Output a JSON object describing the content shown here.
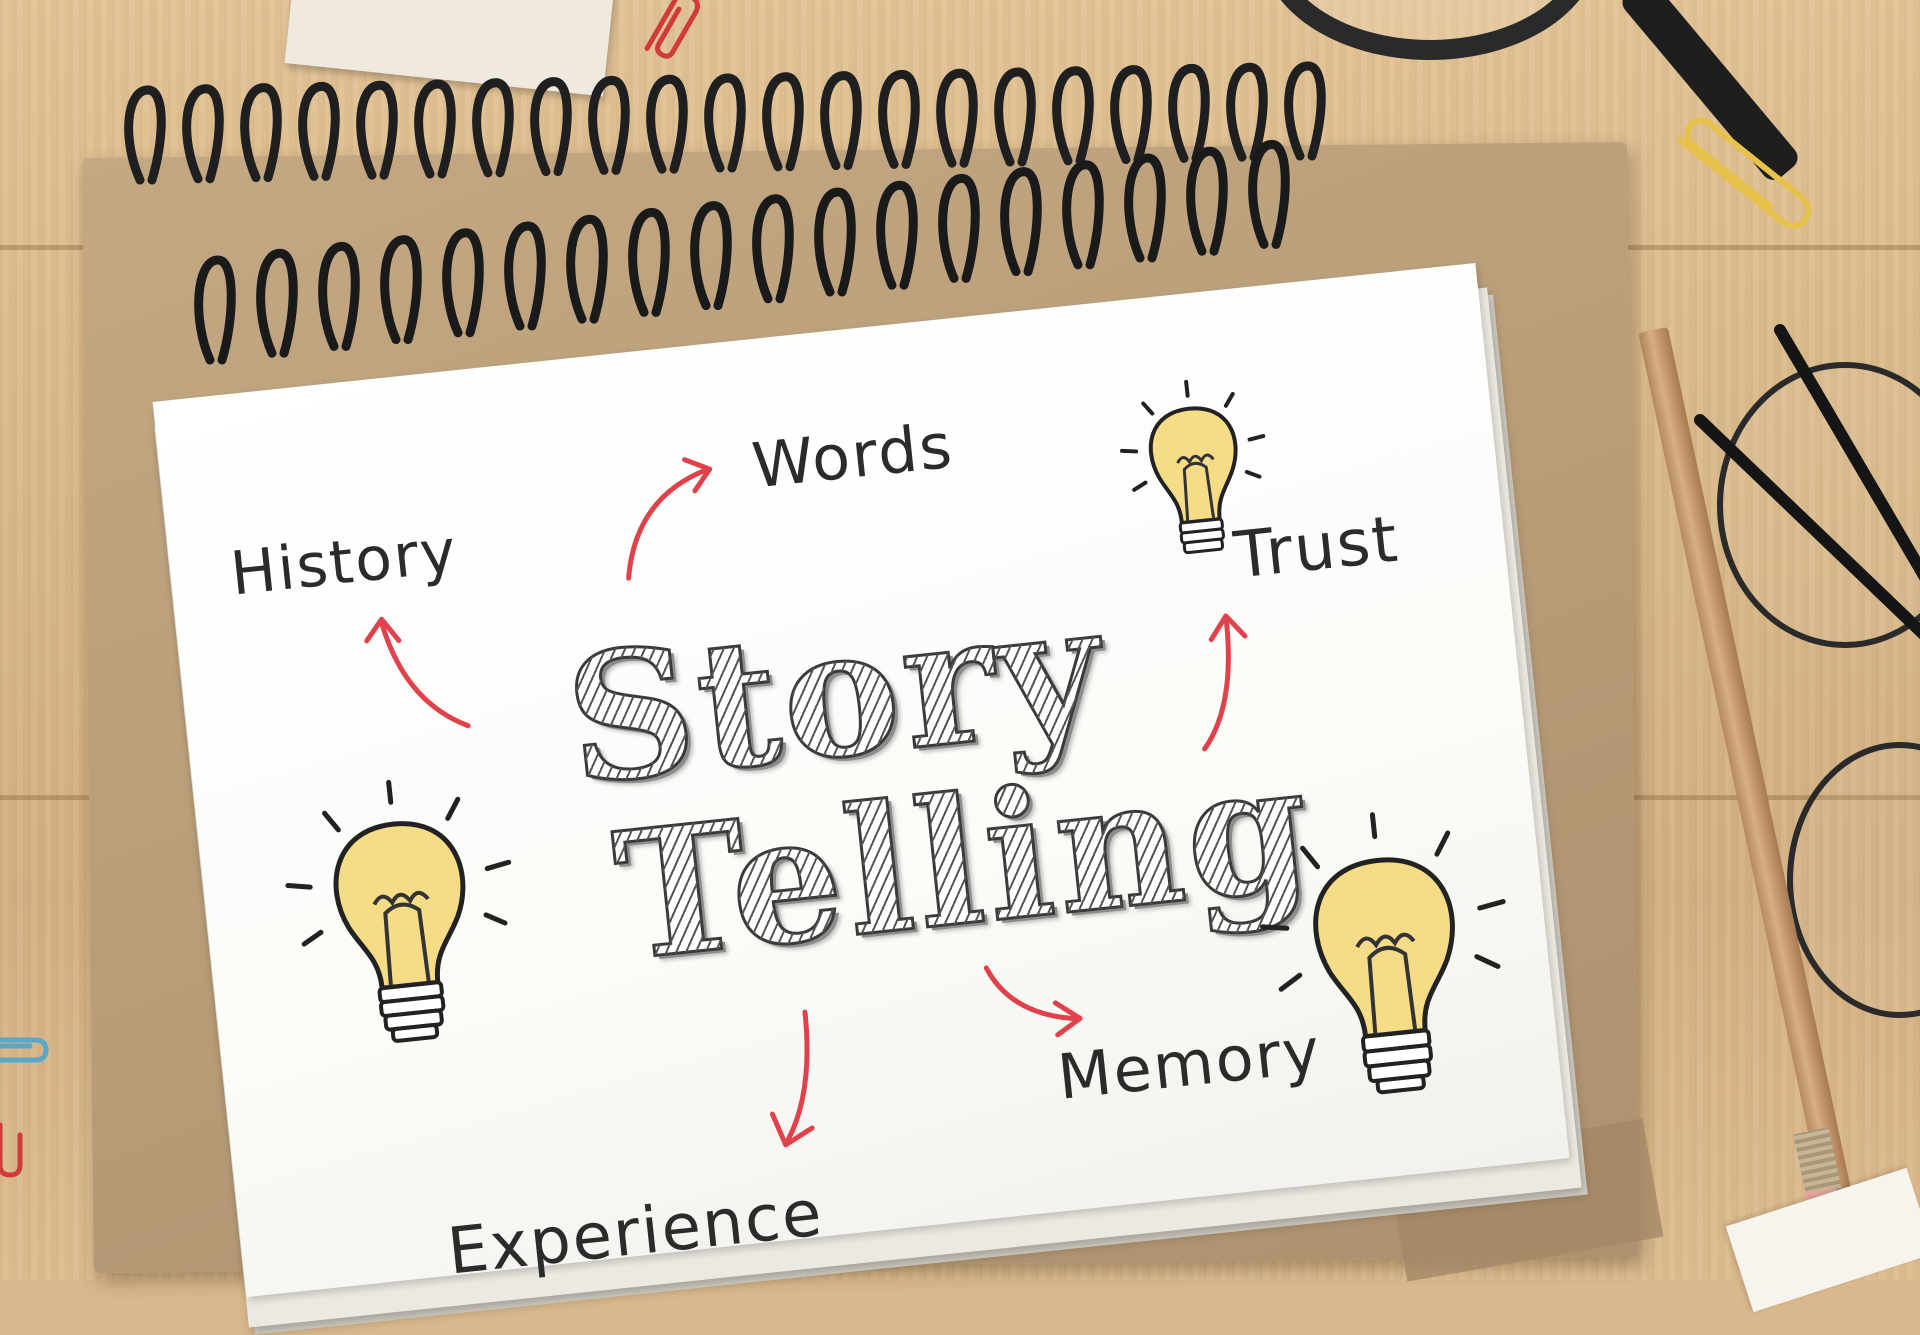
{
  "notebook": {
    "title_line1": "Story",
    "title_line2": "Telling",
    "words": {
      "history": "History",
      "words": "Words",
      "trust": "Trust",
      "memory": "Memory",
      "experience": "Experience"
    }
  },
  "colors": {
    "arrow": "#e0414a",
    "bulb_fill": "#f6dc86",
    "ink": "#2b2b2b",
    "desk": "#d8b88c",
    "kraft": "#b89d78"
  },
  "icons": [
    "lightbulb-icon",
    "spiral-binding",
    "paperclip-icon",
    "eyeglasses-icon",
    "pencil-icon",
    "magnifier-icon"
  ]
}
